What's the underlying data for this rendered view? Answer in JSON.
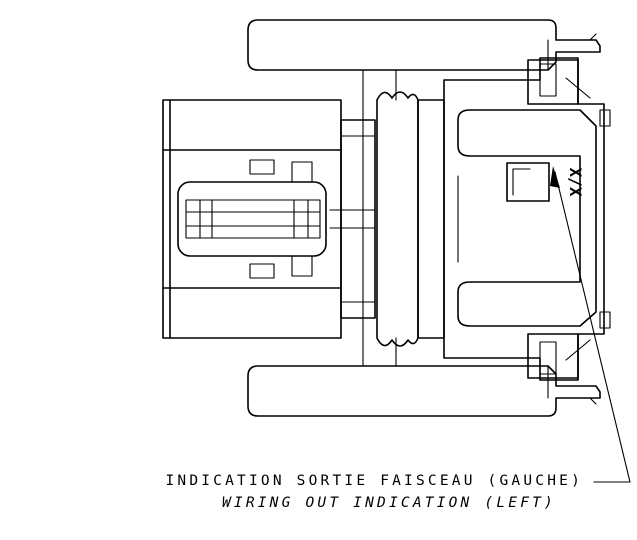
{
  "drawing": {
    "part_marking": "X/X",
    "callout": {
      "french": "INDICATION SORTIE FAISCEAU (GAUCHE)",
      "english": "WIRING OUT INDICATION (LEFT)"
    },
    "line_color": "#000000",
    "background": "#ffffff"
  }
}
